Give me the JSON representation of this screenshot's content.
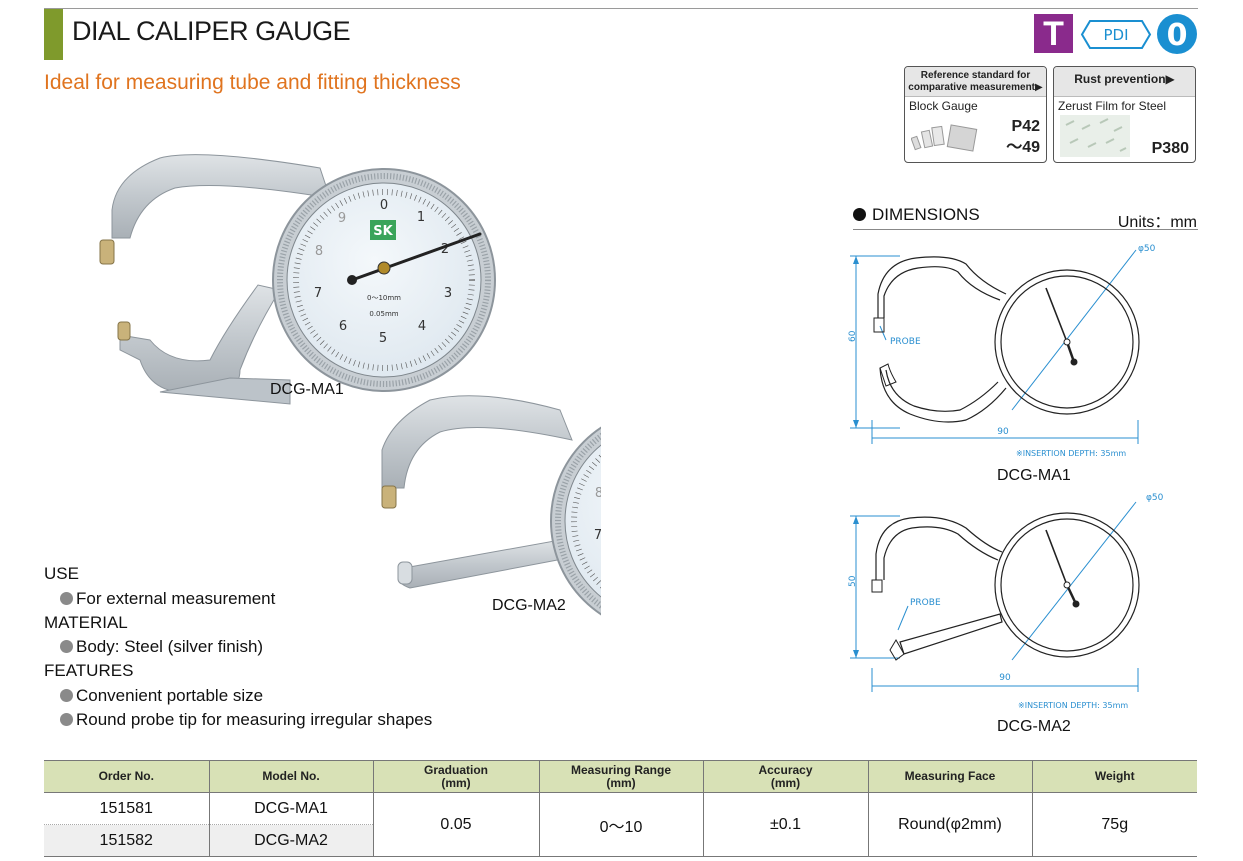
{
  "header": {
    "title": "DIAL CALIPER GAUGE",
    "subtitle": "Ideal for measuring tube and fitting thickness",
    "badge_t": "T",
    "badge_pdi": "PDI",
    "badge_zero": "0"
  },
  "references": [
    {
      "heading": "Reference standard for comparative measurement▶",
      "item": "Block Gauge",
      "page_line1": "P42",
      "page_line2": "～49"
    },
    {
      "heading": "Rust prevention▶",
      "item": "Zerust Film for Steel",
      "page_line1": "P380"
    }
  ],
  "dial": {
    "brand": "SK",
    "numbers": [
      "0",
      "1",
      "2",
      "3",
      "4",
      "5",
      "6",
      "7",
      "8",
      "9"
    ],
    "range_text": "0～10mm",
    "grad_text": "0.05mm"
  },
  "photos": {
    "label_ma1": "DCG-MA1",
    "label_ma2": "DCG-MA2"
  },
  "dimensions": {
    "heading": "DIMENSIONS",
    "units": "Units：mm",
    "ma1": {
      "diameter": "φ50",
      "height": "60",
      "width": "90",
      "probe": "PROBE",
      "insertion": "※INSERTION DEPTH: 35mm",
      "label": "DCG-MA1"
    },
    "ma2": {
      "diameter": "φ50",
      "height": "50",
      "width": "90",
      "probe": "PROBE",
      "insertion": "※INSERTION DEPTH: 35mm",
      "label": "DCG-MA2"
    }
  },
  "specs": {
    "use_heading": "USE",
    "use_item": "For external measurement",
    "material_heading": "MATERIAL",
    "material_item": "Body: Steel (silver finish)",
    "features_heading": "FEATURES",
    "feature_1": "Convenient portable size",
    "feature_2": "Round probe tip for measuring irregular shapes"
  },
  "table": {
    "headers": [
      {
        "line1": "Order No.",
        "line2": ""
      },
      {
        "line1": "Model No.",
        "line2": ""
      },
      {
        "line1": "Graduation",
        "line2": "(mm)"
      },
      {
        "line1": "Measuring Range",
        "line2": "(mm)"
      },
      {
        "line1": "Accuracy",
        "line2": "(mm)"
      },
      {
        "line1": "Measuring Face",
        "line2": ""
      },
      {
        "line1": "Weight",
        "line2": ""
      }
    ],
    "rows": [
      {
        "order": "151581",
        "model": "DCG-MA1"
      },
      {
        "order": "151582",
        "model": "DCG-MA2"
      }
    ],
    "shared": {
      "graduation": "0.05",
      "range": "0～10",
      "accuracy": "±0.1",
      "face": "Round(φ2mm)",
      "weight": "75g"
    }
  },
  "colors": {
    "accent_green": "#7f9a2c",
    "subtitle_orange": "#e0741f",
    "badge_purple": "#8a2a8c",
    "badge_blue": "#1a8fd1",
    "drawing_blue": "#2a8fd0",
    "table_header": "#d8e1b6"
  }
}
